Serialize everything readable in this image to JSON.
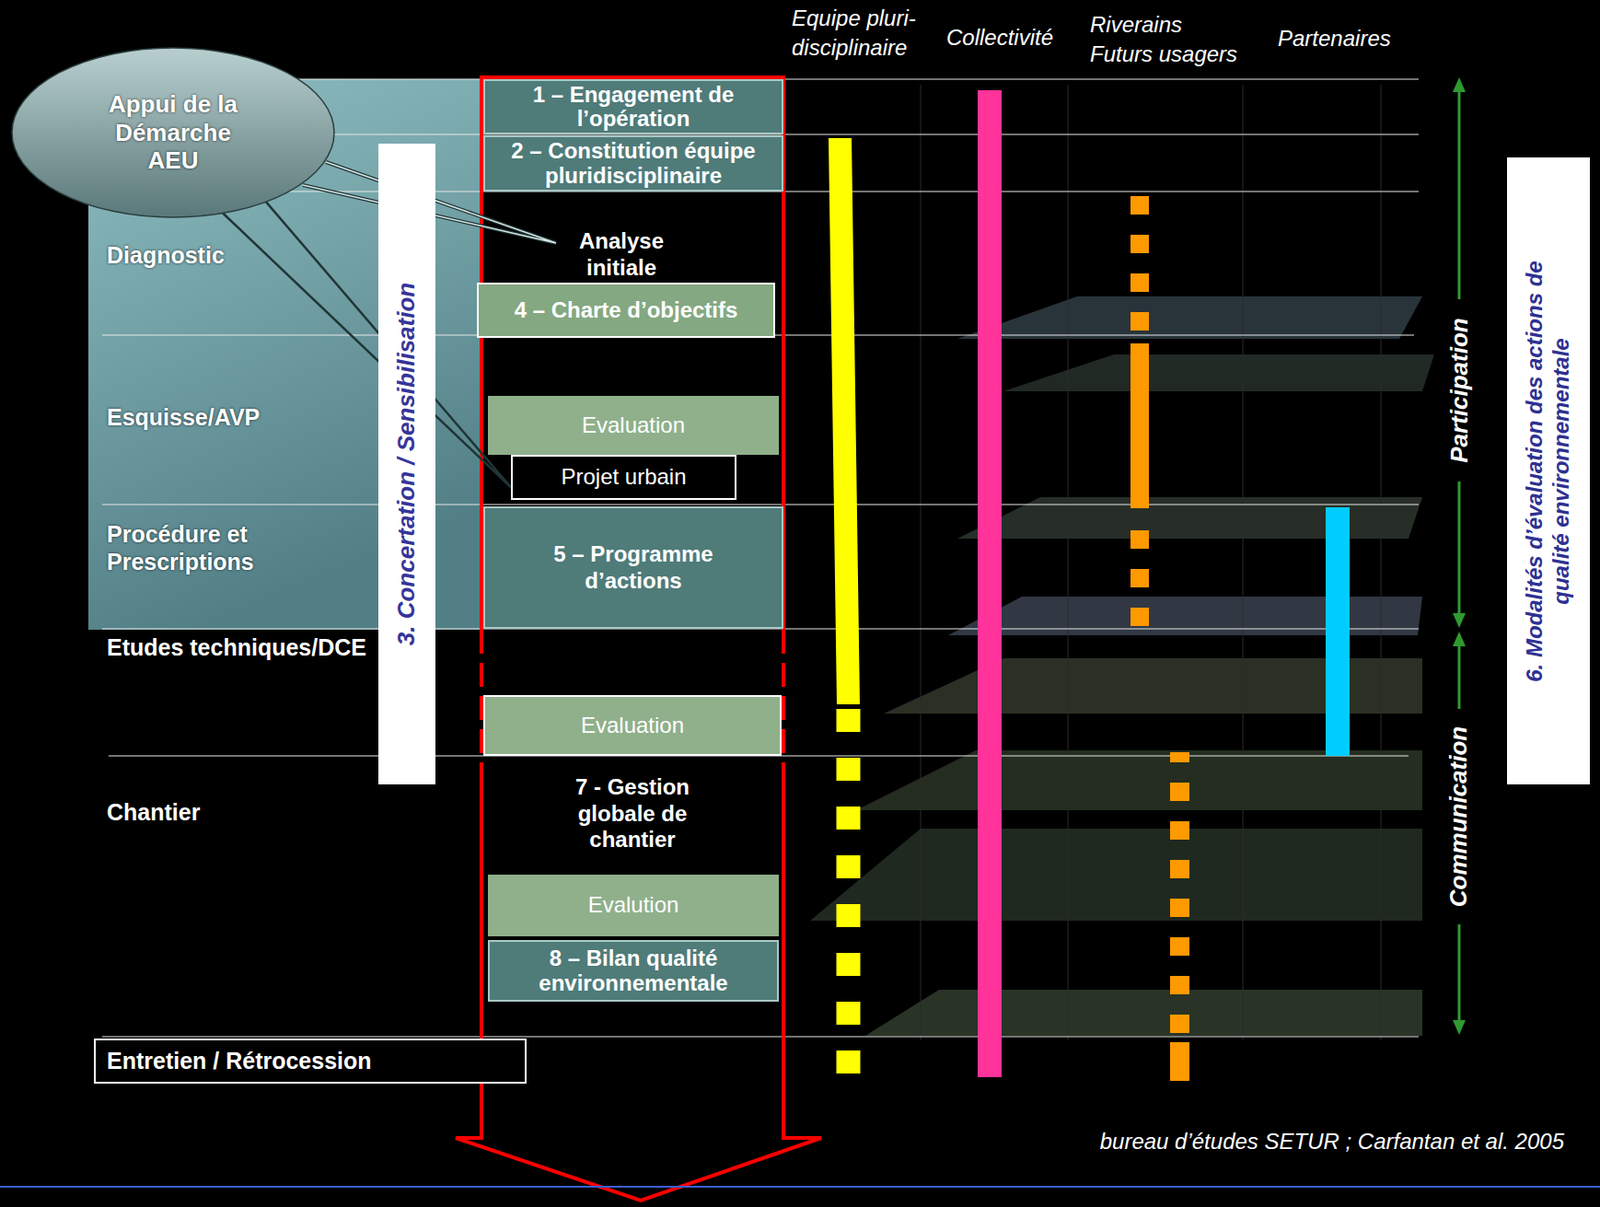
{
  "diagram": {
    "caption": "bureau d’études SETUR ; Carfantan et al. 2005",
    "nodes": [
      {
        "text": [
          "Appui de la Démarche AEU"
        ]
      },
      {
        "text": [
          "Analyse initiale",
          "7 - Gestion globale de chantier"
        ]
      },
      {
        "text": [
          "1 – Engagement de l’opération"
        ],
        "in": 1
      },
      {
        "text": [
          "2 – Constitution équipe pluridisciplinaire"
        ],
        "in": 1
      },
      {
        "text": [
          "4 – Charte d’objectifs"
        ],
        "in": 1
      },
      {
        "text": [
          "Evaluation"
        ],
        "in": 1
      },
      {
        "text": [
          "Projet urbain"
        ],
        "in": 1
      },
      {
        "text": [
          "5 – Programme d’actions"
        ],
        "in": 1
      },
      {
        "text": [
          "Evaluation"
        ],
        "in": 1
      },
      {
        "text": [
          "Evalution"
        ],
        "in": 1
      },
      {
        "text": [
          "8 – Bilan qualité environnementale"
        ],
        "in": 1
      },
      {
        "text": [
          "3. Concertation / Sensibilisation"
        ]
      },
      {
        "text": [
          "Entretien / Rétrocession"
        ]
      },
      {
        "text": [
          "6. Modalités d’évaluation des actions de qualité environnementale"
        ]
      }
    ],
    "edges": [
      {
        "from": 0,
        "to": 6,
        "arrow": "none"
      }
    ],
    "labels": [
      "Equipe pluri- disciplinaire",
      "Collectivité",
      "Riverains Futurs usagers",
      "Partenaires",
      "Diagnostic",
      "Esquisse/AVP",
      "Procédure et Prescriptions",
      "Etudes techniques/DCE",
      "Chantier",
      "Participation",
      "Communication"
    ]
  }
}
